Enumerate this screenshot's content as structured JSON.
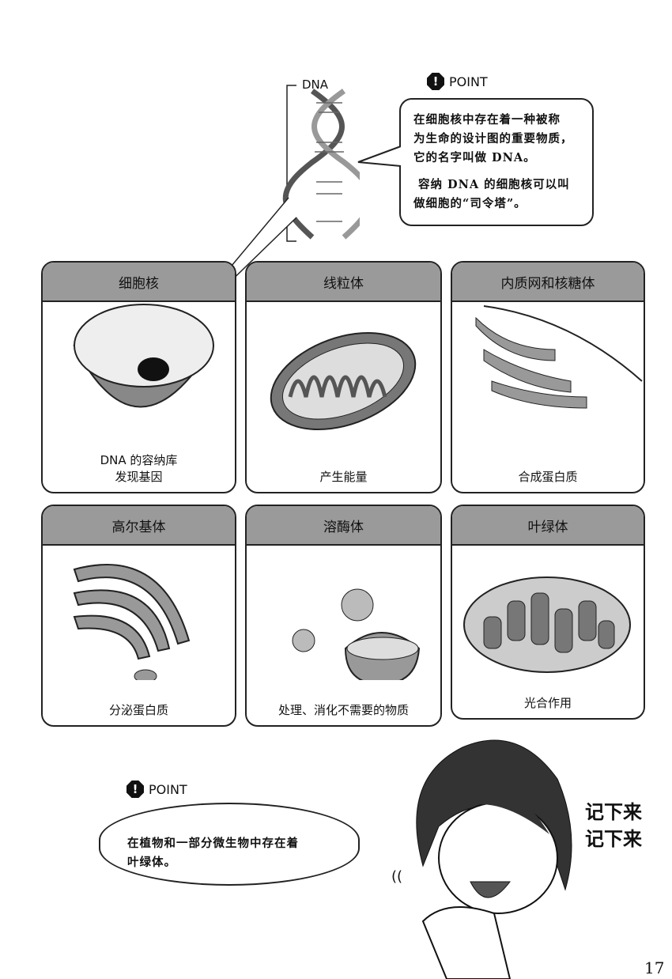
{
  "dna_label": "DNA",
  "point_top": {
    "label": "POINT",
    "lines": [
      "在细胞核中存在着一种被称",
      "为生命的设计图的重要物质，",
      "它的名字叫做 DNA。"
    ],
    "lines2": [
      "容纳 DNA 的细胞核可以叫",
      "做细胞的“司令塔”。"
    ]
  },
  "cards": [
    {
      "title": "细胞核",
      "caption": [
        "DNA 的容纳库",
        "发现基因"
      ]
    },
    {
      "title": "线粒体",
      "caption": [
        "产生能量"
      ]
    },
    {
      "title": "内质网和核糖体",
      "caption": [
        "合成蛋白质"
      ]
    },
    {
      "title": "高尔基体",
      "caption": [
        "分泌蛋白质"
      ]
    },
    {
      "title": "溶酶体",
      "caption": [
        "处理、消化不需要的物质"
      ]
    },
    {
      "title": "叶绿体",
      "caption": [
        "光合作用"
      ]
    }
  ],
  "point_bottom": {
    "label": "POINT",
    "lines": [
      "在植物和一部分微生物中存在着",
      "叶绿体。"
    ]
  },
  "exclaim": [
    "记下来",
    "记下来"
  ],
  "sfx": "((",
  "page_number": "17"
}
